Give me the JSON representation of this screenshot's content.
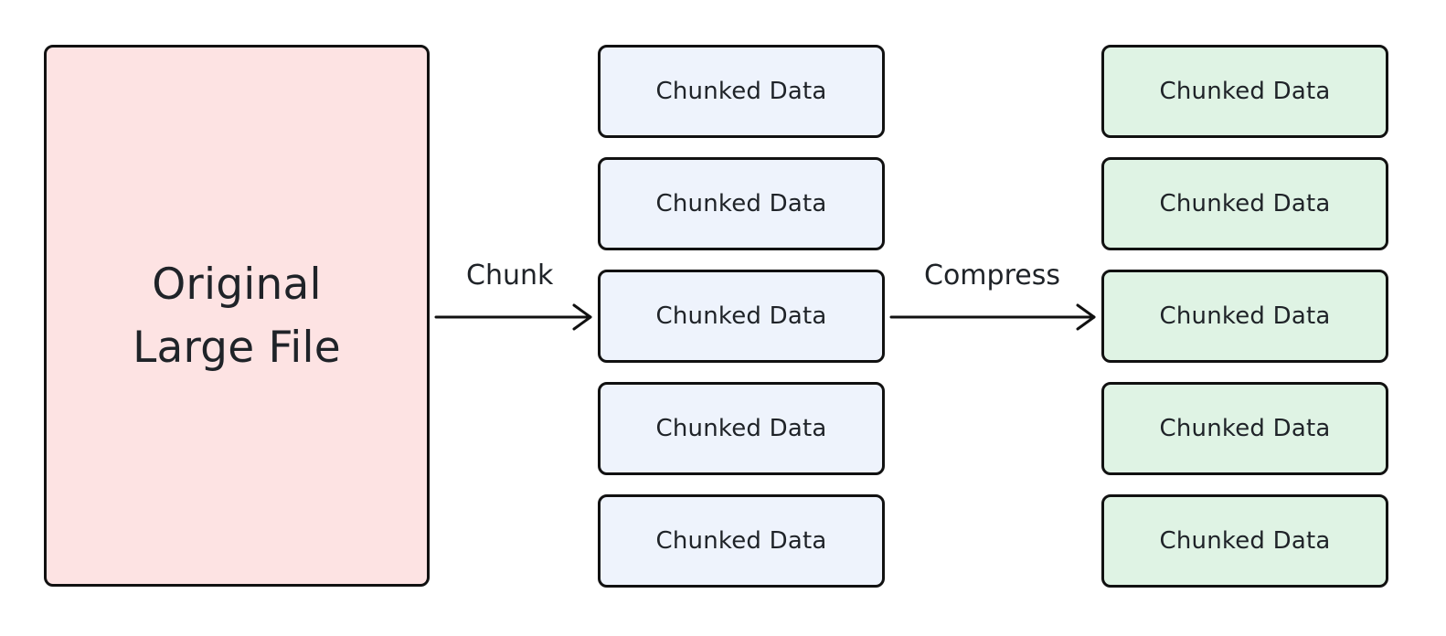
{
  "colors": {
    "original_fill": "#fde3e3",
    "chunk_fill": "#eef3fc",
    "compressed_fill": "#dff3e4",
    "stroke": "#111111",
    "text": "#1f2328"
  },
  "source": {
    "label": "Original Large File"
  },
  "edges": {
    "chunk_label": "Chunk",
    "compress_label": "Compress"
  },
  "chunked": [
    "Chunked Data",
    "Chunked Data",
    "Chunked Data",
    "Chunked Data",
    "Chunked Data"
  ],
  "compressed": [
    "Chunked Data",
    "Chunked Data",
    "Chunked Data",
    "Chunked Data",
    "Chunked Data"
  ]
}
